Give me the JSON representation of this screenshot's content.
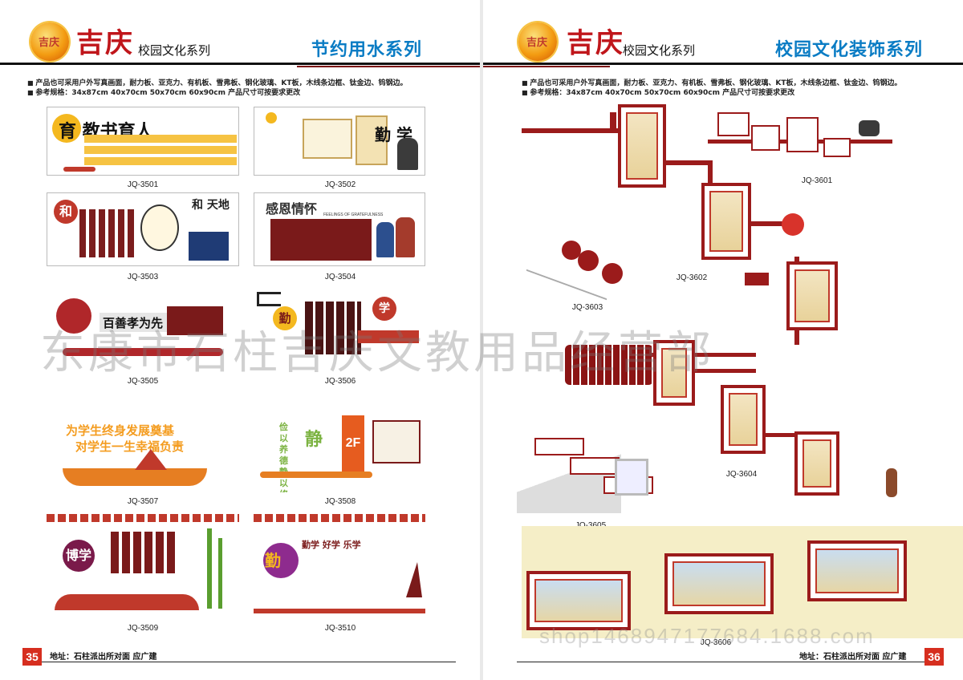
{
  "left": {
    "brand": "吉庆",
    "brand_sub": "校园文化系列",
    "logo_text": "吉庆",
    "series_title": "节约用水系列",
    "notes": [
      "产品也可采用户外写真画面，耐力板、亚克力、有机板、雪弗板、钢化玻璃、KT板，木线条边框、钛金边、钨钢边。",
      "参考规格：34x87cm  40x70cm  50x70cm  60x90cm  产品尺寸可按要求更改"
    ],
    "items": [
      {
        "code": "JQ-3501",
        "text": "育  教书育人"
      },
      {
        "code": "JQ-3502",
        "text": "勤  学"
      },
      {
        "code": "JQ-3503",
        "text": "和  天地"
      },
      {
        "code": "JQ-3504",
        "text": "感恩情怀",
        "subtext": "FEELINGS OF GRATEFULNESS"
      },
      {
        "code": "JQ-3505",
        "text": "百善孝为先"
      },
      {
        "code": "JQ-3506",
        "text": "勤  学"
      },
      {
        "code": "JQ-3507",
        "line1": "为学生终身发展奠基",
        "line2": "对学生一生幸福负责"
      },
      {
        "code": "JQ-3508",
        "text": "静  2F",
        "column_text": "俭以养德  静以修身"
      },
      {
        "code": "JQ-3509",
        "text": "博学"
      },
      {
        "code": "JQ-3510",
        "text": "勤学  好学  乐学"
      }
    ],
    "footer_address": "地址：石柱派出所对面      应广建",
    "page_number": "35"
  },
  "right": {
    "brand": "吉庆",
    "brand_sub": "校园文化系列",
    "logo_text": "吉庆",
    "series_title": "校园文化装饰系列",
    "notes": [
      "产品也可采用户外写真画面，耐力板、亚克力、有机板、雪弗板、钢化玻璃、KT板，木线条边框、钛金边、钨钢边。",
      "参考规格：34x87cm  40x70cm  50x70cm  60x90cm  产品尺寸可按要求更改"
    ],
    "codes": [
      "JQ-3601",
      "JQ-3602",
      "JQ-3603",
      "JQ-3604",
      "JQ-3605",
      "JQ-3606"
    ],
    "footer_address": "地址：石柱派出所对面      应广建",
    "page_number": "36"
  },
  "watermark": "东康市石柱吉庆文教用品经营部",
  "url_watermark": "shop1468947177684.1688.com",
  "colors": {
    "brand_red": "#c0161b",
    "series_blue": "#0a7cc4",
    "frame_red": "#9b1b1b",
    "page_number_bg": "#d62e1f"
  }
}
